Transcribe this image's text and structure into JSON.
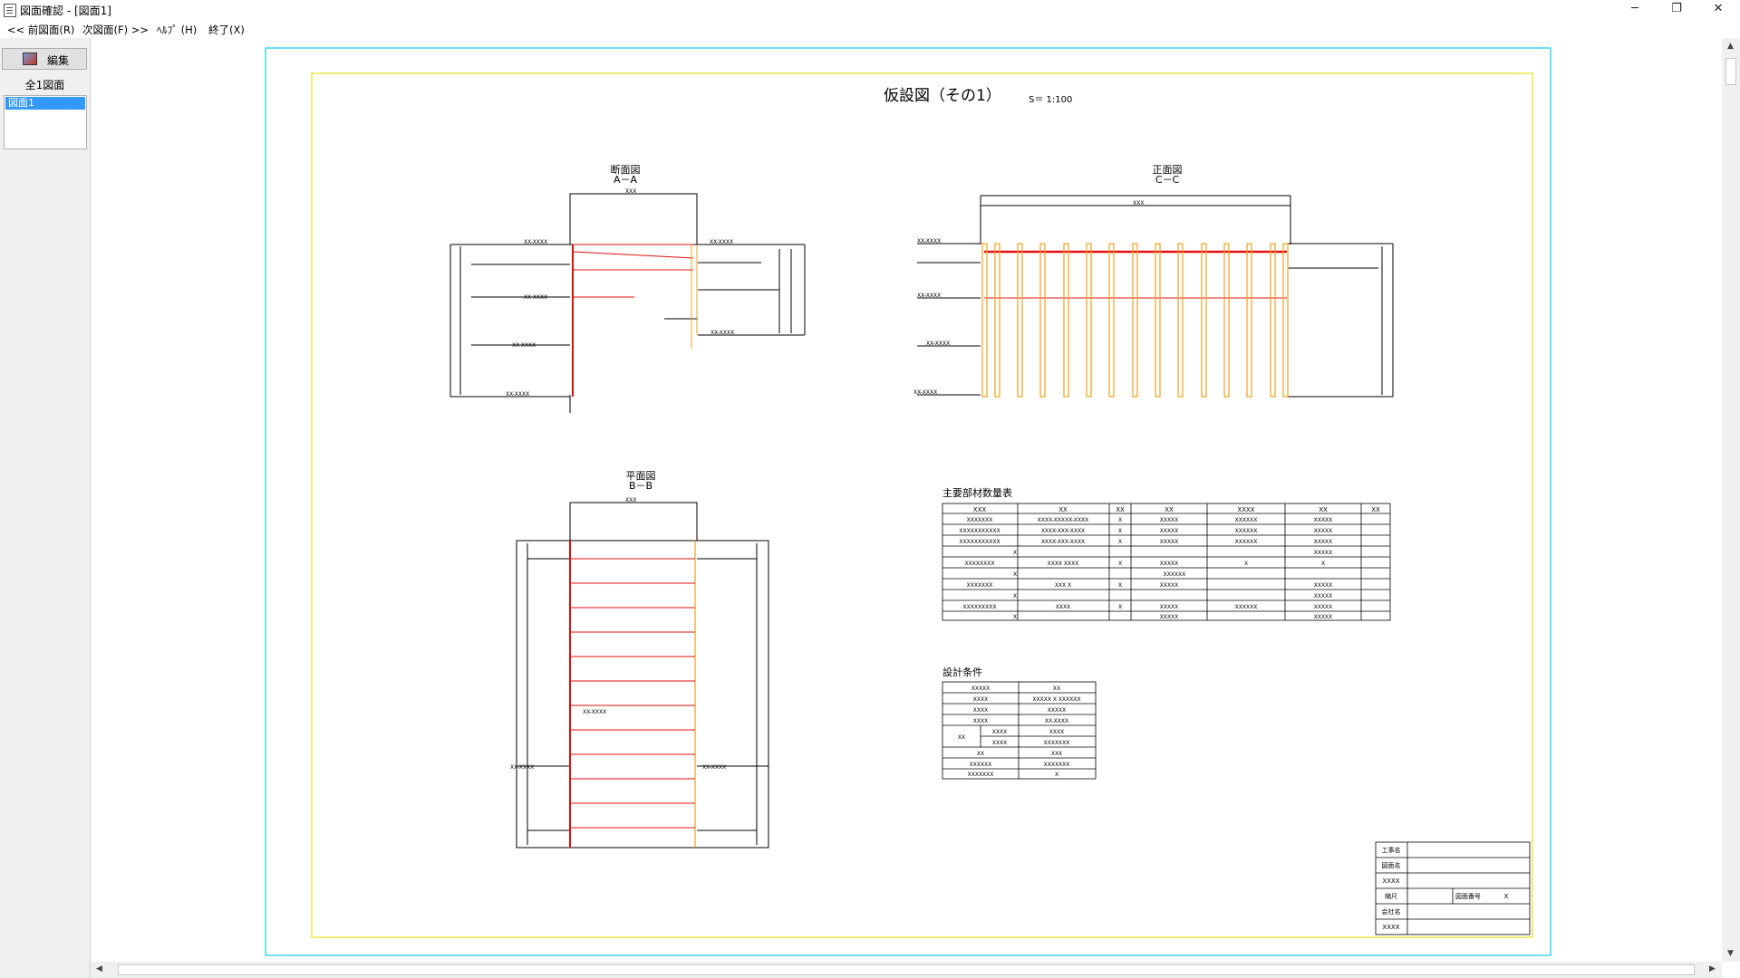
{
  "window": {
    "title": "図面確認 - [図面1]",
    "minimize": "─",
    "restore": "❐",
    "close": "✕"
  },
  "menu": {
    "prev": "<< 前図面(R)",
    "next": "次図面(F) >>",
    "help": "ﾍﾙﾌﾟ (H)",
    "exit": "終了(X)"
  },
  "sidebar": {
    "edit_label": "編集",
    "count_label": "全1図面",
    "items": [
      "図面1"
    ]
  },
  "drawing": {
    "title": "仮設図（その1）",
    "scale": "S＝ 1:100",
    "views": {
      "section": {
        "name": "断面図",
        "sub": "A－A"
      },
      "front": {
        "name": "正面図",
        "sub": "C－C"
      },
      "plan": {
        "name": "平面図",
        "sub": "B－B"
      }
    },
    "materials_table": {
      "title": "主要部材数量表",
      "headers": [
        "XXX",
        "XX",
        "XX",
        "XX",
        "XXXX",
        "XX",
        "XX"
      ],
      "rows": [
        [
          "XXXXXXX",
          "XXXX-XXXXX-XXXX",
          "X",
          "XXXXX",
          "XXXXXX",
          "XXXXX",
          ""
        ],
        [
          "XXXXXXXXXXX",
          "XXXX-XXX-XXXX",
          "X",
          "XXXXX",
          "XXXXXX",
          "XXXXX",
          ""
        ],
        [
          "XXXXXXXXXXX",
          "XXXX-XXX-XXXX",
          "X",
          "XXXXX",
          "XXXXXX",
          "XXXXX",
          ""
        ],
        [
          "X",
          "",
          "",
          "",
          "",
          "XXXXX",
          ""
        ],
        [
          "XXXXXXXX",
          "XXXX XXXX",
          "X",
          "XXXXX",
          "X",
          "X",
          ""
        ],
        [
          "X",
          "",
          "",
          "XXXXXX",
          "",
          "",
          ""
        ],
        [
          "XXXXXXX",
          "XXX X",
          "X",
          "XXXXX",
          "",
          "XXXXX",
          ""
        ],
        [
          "X",
          "",
          "",
          "",
          "",
          "XXXXX",
          ""
        ],
        [
          "XXXXXXXXX",
          "XXXX",
          "X",
          "XXXXX",
          "XXXXXX",
          "XXXXX",
          ""
        ],
        [
          "X",
          "",
          "",
          "XXXXX",
          "",
          "XXXXX",
          ""
        ]
      ]
    },
    "design_table": {
      "title": "設計条件",
      "rows": [
        [
          "XXXXX",
          "XX"
        ],
        [
          "XXXX",
          "XXXXX X XXXXXX"
        ],
        [
          "XXXX",
          "XXXXX"
        ],
        [
          "XXXX",
          "XX-XXXX"
        ],
        [
          "XX",
          "XXXX",
          "XXXX"
        ],
        [
          "",
          "XXXX",
          "XXXXXXX"
        ],
        [
          "XX",
          "XXX"
        ],
        [
          "XXXXXX",
          "XXXXXXX"
        ],
        [
          "XXXXXXX",
          "X"
        ]
      ]
    },
    "title_block": {
      "rows": [
        "工事名",
        "図面名",
        "XXXX",
        "縮尺",
        "会社名",
        "XXXX"
      ],
      "drawing_no_label": "図面番号",
      "drawing_no_value": "X"
    },
    "dim_text": "XXX",
    "label_text": "XX-XXXX"
  },
  "colors": {
    "frame_outer": "#3dd9e8",
    "frame_inner": "#e8e84a",
    "member": "#e01010",
    "pile": "#f0a020",
    "selection": "#3399ff"
  }
}
